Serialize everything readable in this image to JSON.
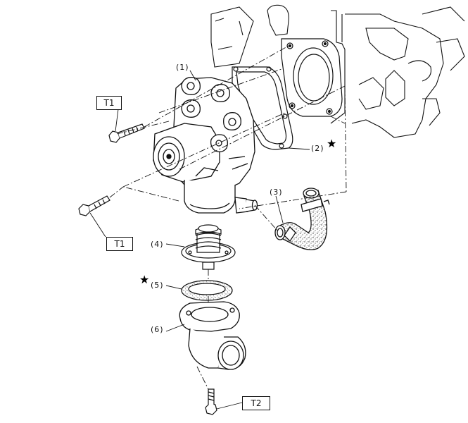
{
  "callouts": {
    "p1": "(1)",
    "p2": "(2)",
    "p3": "(3)",
    "p4": "(4)",
    "p5": "(5)",
    "p6": "(6)"
  },
  "torque_labels": {
    "t1_upper": "T1",
    "t1_lower": "T1",
    "t2": "T2"
  },
  "markers": {
    "star_symbol": "★"
  }
}
